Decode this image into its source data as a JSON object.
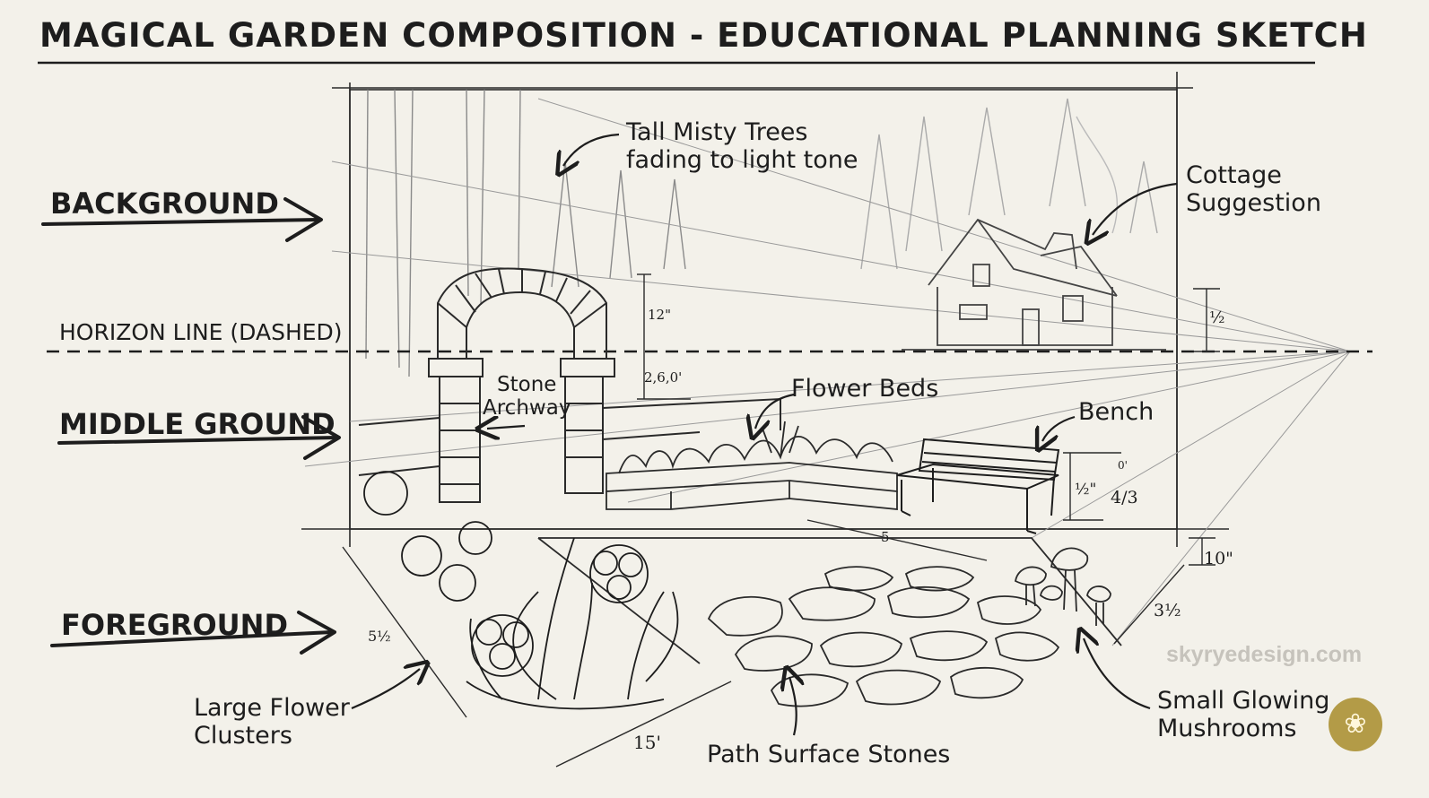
{
  "title": "MAGICAL GARDEN COMPOSITION - EDUCATIONAL PLANNING SKETCH",
  "zones": {
    "background": "BACKGROUND",
    "middle_ground": "MIDDLE GROUND",
    "foreground": "FOREGROUND",
    "horizon": "HORIZON LINE (DASHED)"
  },
  "annotations": {
    "trees": [
      "Tall Misty Trees",
      "fading to light tone"
    ],
    "cottage": [
      "Cottage",
      "Suggestion"
    ],
    "archway": [
      "Stone",
      "Archway"
    ],
    "flower_beds": "Flower Beds",
    "bench": "Bench",
    "flower_clusters": [
      "Large Flower",
      "Clusters"
    ],
    "path_stones": "Path Surface Stones",
    "mushrooms": [
      "Small Glowing",
      "Mushrooms"
    ]
  },
  "dimensions": {
    "arch_top": "12\"",
    "arch_base": "2,6,0'",
    "cottage_height": "½",
    "bench_height": "½\"",
    "bench_ratio": "4/3",
    "bench_mark": "0'",
    "path_mid": "5",
    "mushroom_height": "10\"",
    "mushroom_depth": "3½",
    "flower_left": "5½",
    "front_width": "15'"
  },
  "watermark": "skyryedesign.com",
  "colors": {
    "paper": "#f3f1ea",
    "ink": "#1d1d1d",
    "badge": "#b39b47"
  }
}
